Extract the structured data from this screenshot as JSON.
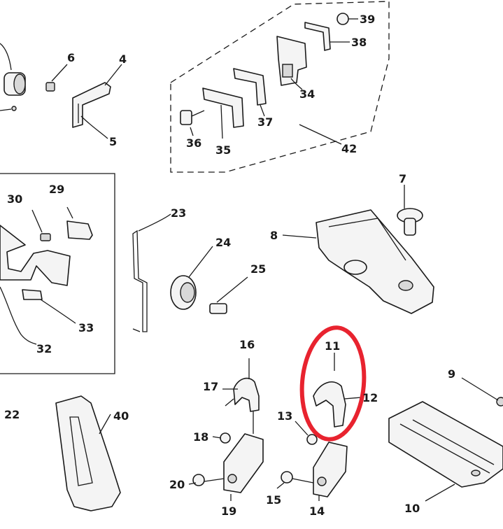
{
  "callouts": [
    {
      "id": "4",
      "text": "4"
    },
    {
      "id": "5",
      "text": "5"
    },
    {
      "id": "6",
      "text": "6"
    },
    {
      "id": "7",
      "text": "7"
    },
    {
      "id": "8",
      "text": "8"
    },
    {
      "id": "9",
      "text": "9"
    },
    {
      "id": "10",
      "text": "10"
    },
    {
      "id": "11",
      "text": "11"
    },
    {
      "id": "12",
      "text": "12"
    },
    {
      "id": "13",
      "text": "13"
    },
    {
      "id": "14",
      "text": "14"
    },
    {
      "id": "15",
      "text": "15"
    },
    {
      "id": "16",
      "text": "16"
    },
    {
      "id": "17",
      "text": "17"
    },
    {
      "id": "18",
      "text": "18"
    },
    {
      "id": "19",
      "text": "19"
    },
    {
      "id": "20",
      "text": "20"
    },
    {
      "id": "22",
      "text": "22"
    },
    {
      "id": "23",
      "text": "23"
    },
    {
      "id": "24",
      "text": "24"
    },
    {
      "id": "25",
      "text": "25"
    },
    {
      "id": "29",
      "text": "29"
    },
    {
      "id": "30",
      "text": "30"
    },
    {
      "id": "32",
      "text": "32"
    },
    {
      "id": "33",
      "text": "33"
    },
    {
      "id": "34",
      "text": "34"
    },
    {
      "id": "35",
      "text": "35"
    },
    {
      "id": "36",
      "text": "36"
    },
    {
      "id": "37",
      "text": "37"
    },
    {
      "id": "38",
      "text": "38"
    },
    {
      "id": "39",
      "text": "39"
    },
    {
      "id": "40",
      "text": "40"
    },
    {
      "id": "42",
      "text": "42"
    }
  ],
  "highlight": {
    "color": "#e8232f"
  }
}
